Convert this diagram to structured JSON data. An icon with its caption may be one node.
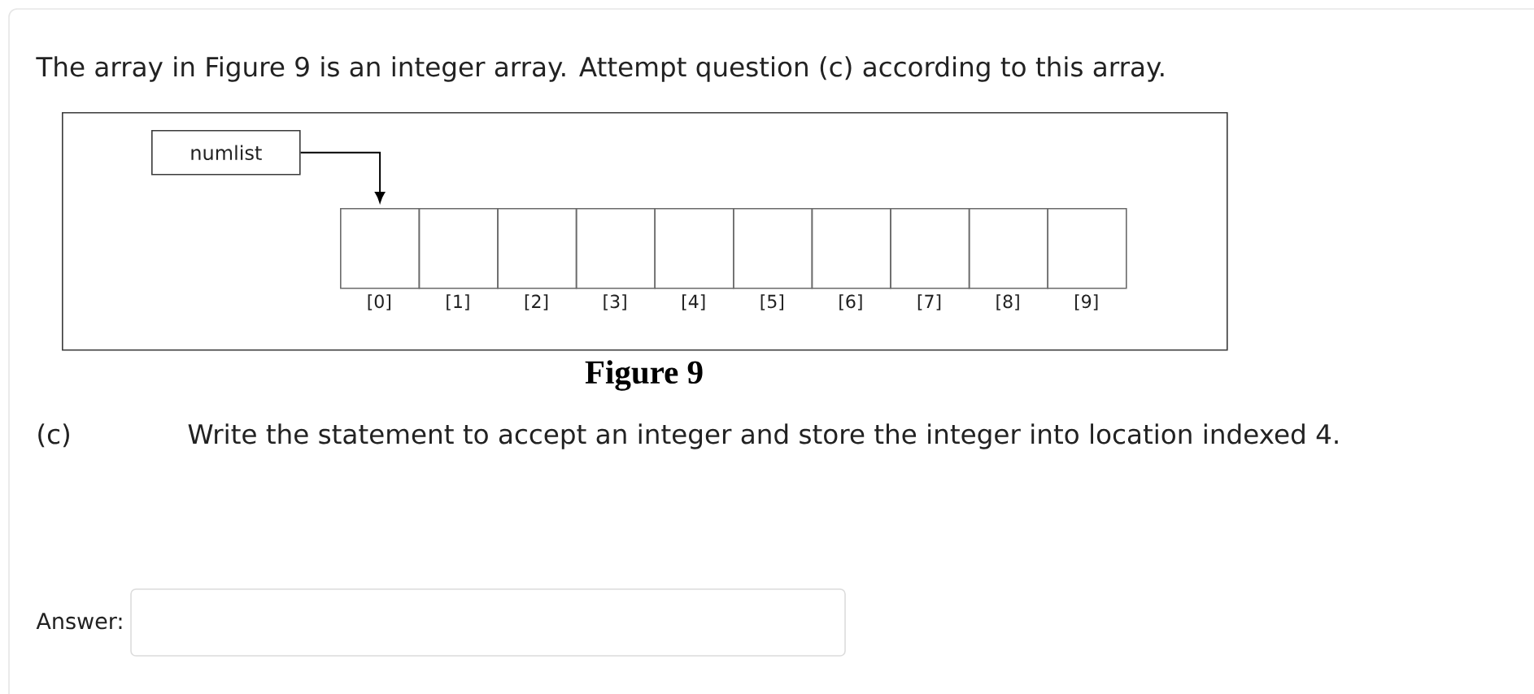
{
  "diagram": {
    "title": "The array in Figure 9 is an integer array. Attempt question (c) according to this array.",
    "caption": "Figure 9",
    "nodes": [
      {
        "text": [],
        "shape": "box"
      },
      {
        "text": [
          "numlist"
        ],
        "in": 0
      },
      {
        "text": [],
        "shape": "box",
        "in": 0,
        "beside": [
          "[0]"
        ]
      },
      {
        "text": [],
        "shape": "box",
        "in": 0,
        "beside": [
          "[1]"
        ]
      },
      {
        "text": [],
        "shape": "box",
        "in": 0,
        "beside": [
          "[2]"
        ]
      },
      {
        "text": [],
        "shape": "box",
        "in": 0,
        "beside": [
          "[3]"
        ]
      },
      {
        "text": [],
        "shape": "box",
        "in": 0,
        "beside": [
          "[4]"
        ]
      },
      {
        "text": [],
        "shape": "box",
        "in": 0,
        "beside": [
          "[5]"
        ]
      },
      {
        "text": [],
        "shape": "box",
        "in": 0,
        "beside": [
          "[6]"
        ]
      },
      {
        "text": [],
        "shape": "box",
        "in": 0,
        "beside": [
          "[7]"
        ]
      },
      {
        "text": [],
        "shape": "box",
        "in": 0,
        "beside": [
          "[8]"
        ]
      },
      {
        "text": [],
        "shape": "box",
        "in": 0,
        "beside": [
          "[9]"
        ]
      }
    ],
    "edges": [
      {
        "from": 1,
        "to": 2,
        "arrow": "to"
      }
    ],
    "labels": [
      "(c)",
      "Write the statement to accept an integer and store the integer into location indexed 4.",
      "Answer:"
    ]
  }
}
